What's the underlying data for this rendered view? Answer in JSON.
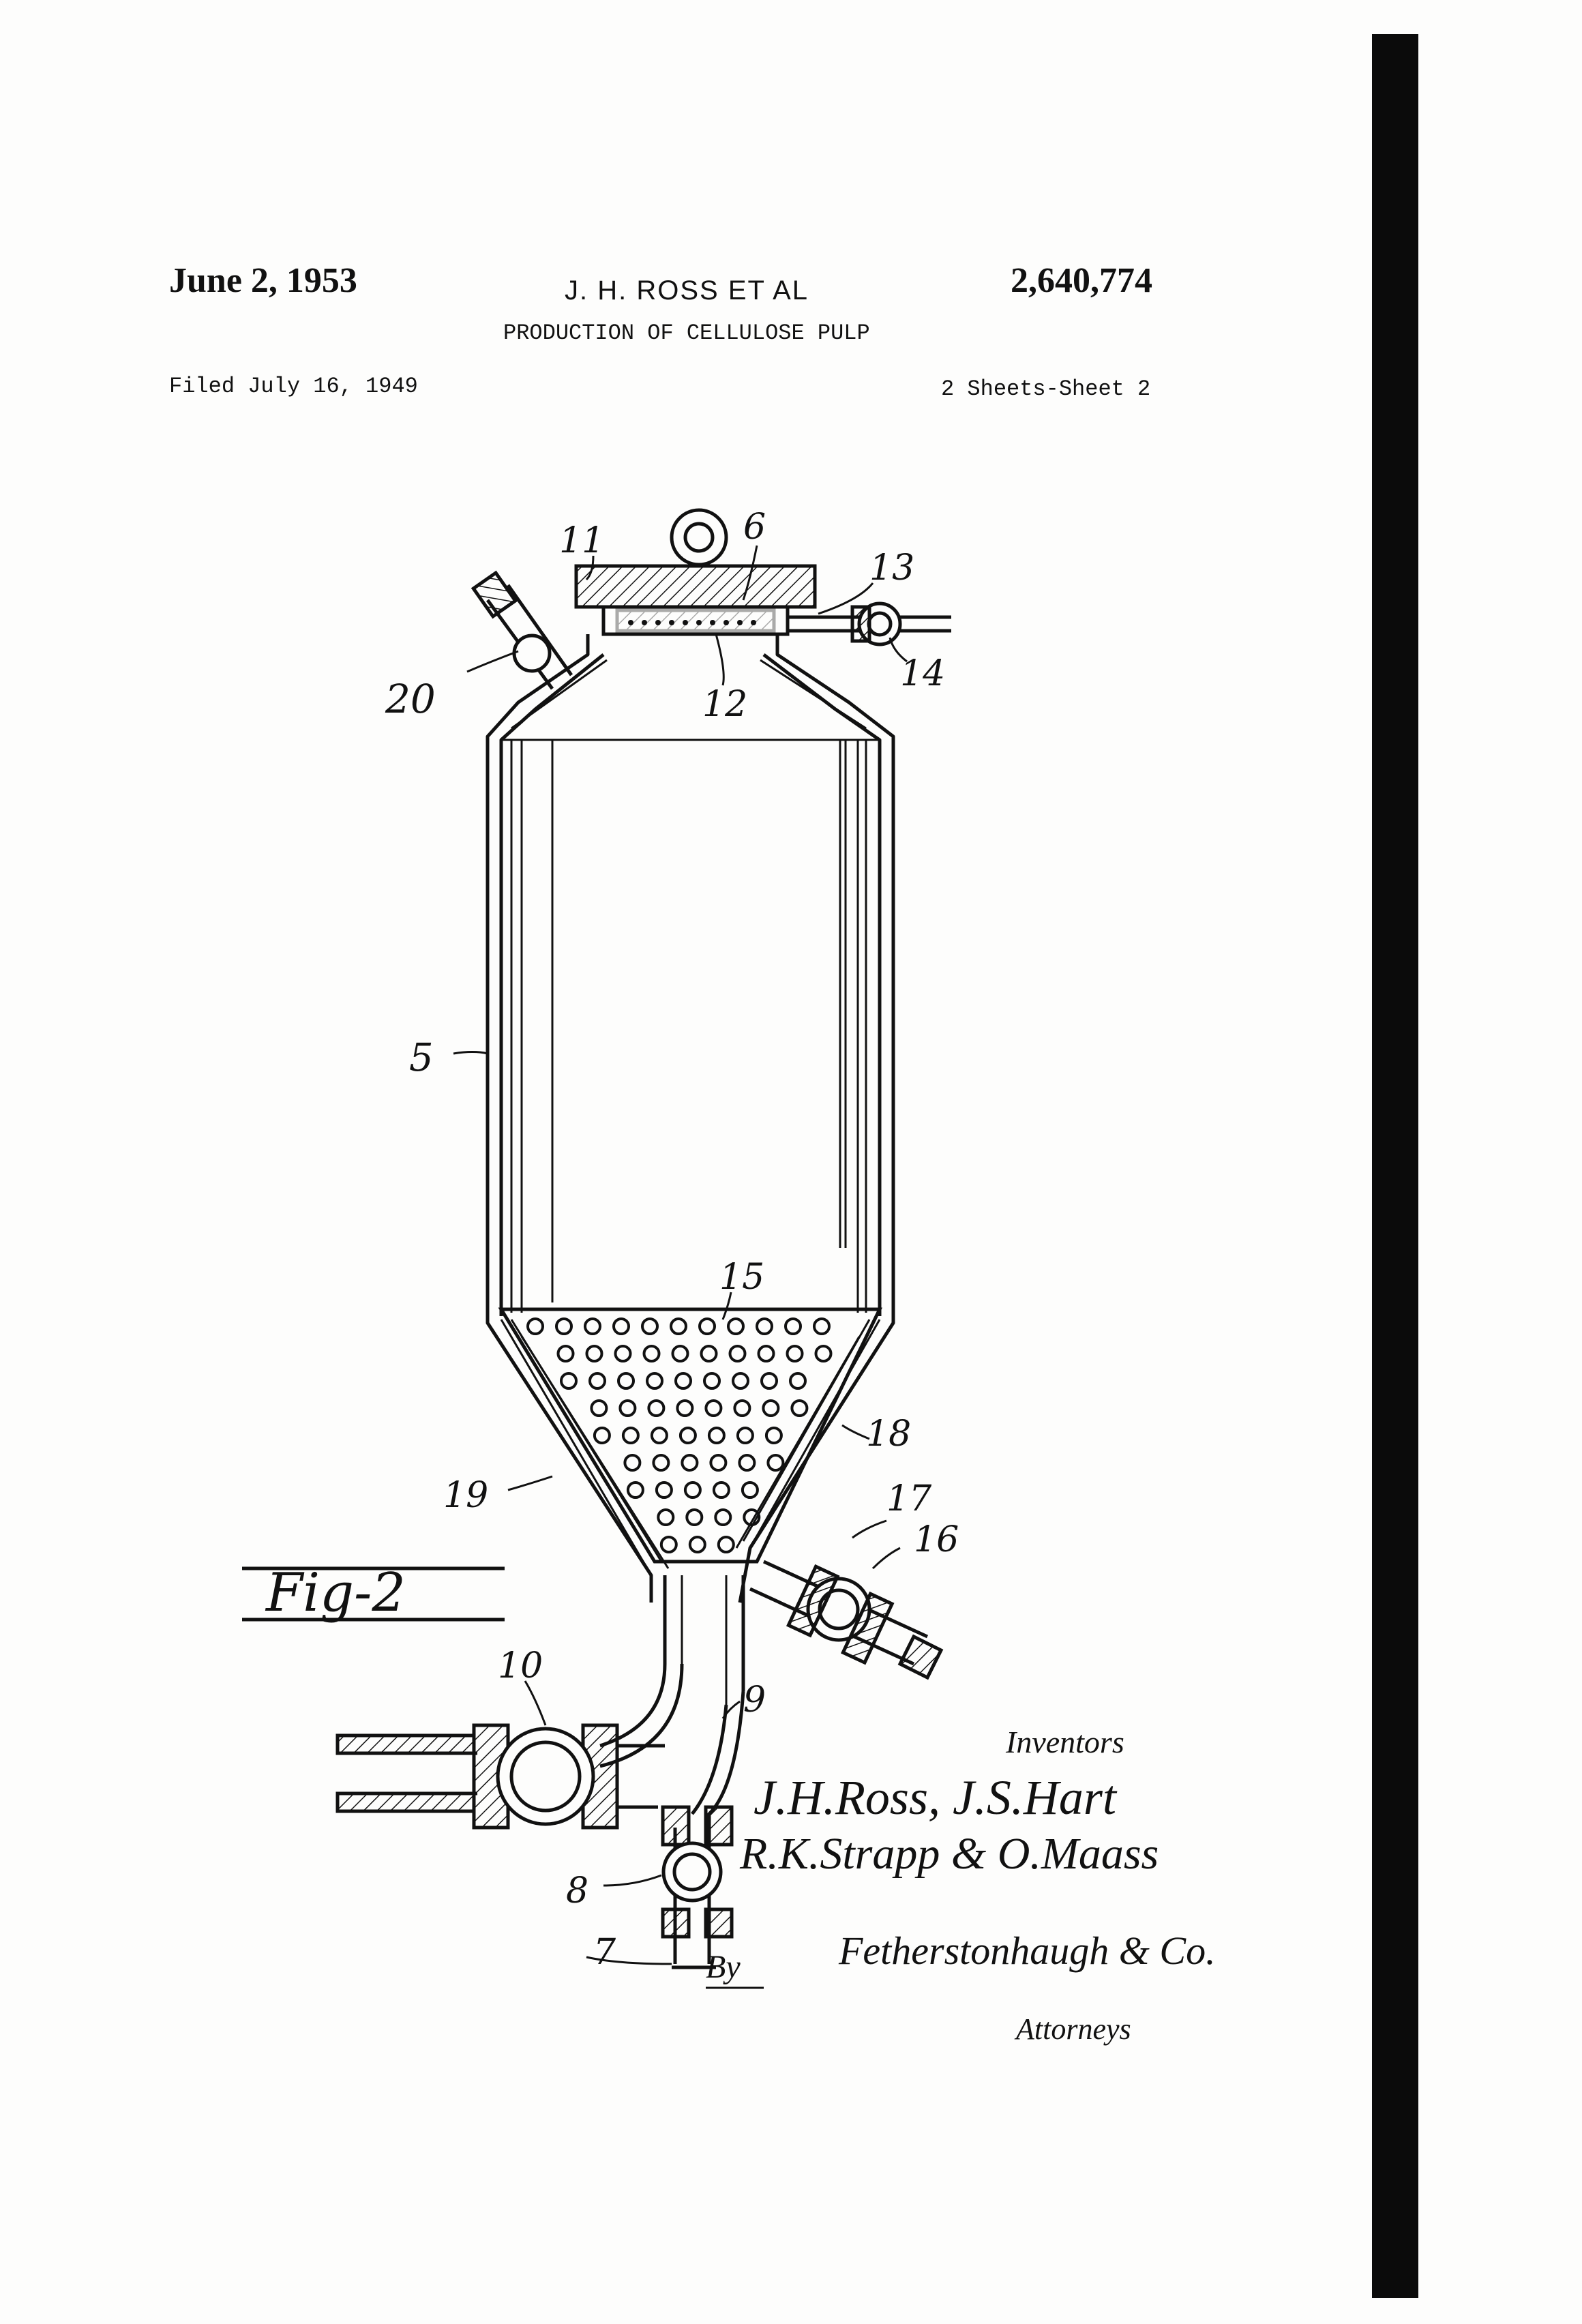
{
  "header": {
    "date": "June 2, 1953",
    "inventor": "J. H. ROSS  ET AL",
    "patent_number": "2,640,774",
    "title": "PRODUCTION OF CELLULOSE PULP",
    "filed": "Filed July 16, 1949",
    "sheets": "2 Sheets-Sheet 2"
  },
  "figure": {
    "label": "Fig-2",
    "refs": {
      "r5": "5",
      "r6": "6",
      "r7": "7",
      "r8": "8",
      "r9": "9",
      "r10": "10",
      "r11": "11",
      "r12": "12",
      "r13": "13",
      "r14": "14",
      "r15": "15",
      "r16": "16",
      "r17": "17",
      "r18": "18",
      "r19": "19",
      "r20": "20"
    }
  },
  "signature": {
    "inventors_label": "Inventors",
    "names_line1": "J.H.Ross, J.S.Hart",
    "names_line2": "R.K.Strapp & O.Maass",
    "by": "By",
    "firm": "Fetherstonhaugh & Co.",
    "attorneys_label": "Attorneys"
  }
}
